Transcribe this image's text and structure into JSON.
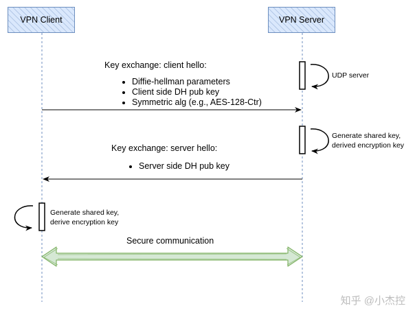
{
  "participants": {
    "client": "VPN Client",
    "server": "VPN Server"
  },
  "client_hello": {
    "title": "Key exchange: client hello:",
    "items": [
      "Diffie-hellman parameters",
      "Client side DH pub key",
      "Symmetric alg (e.g., AES-128-Ctr)"
    ]
  },
  "server_hello": {
    "title": "Key exchange: server hello:",
    "items": [
      "Server side DH pub key"
    ]
  },
  "notes": {
    "udp_server": "UDP server",
    "server_keygen_1": "Generate shared key,",
    "server_keygen_2": "derived encryption key",
    "client_keygen_1": "Generate shared key,",
    "client_keygen_2": "derive encryption key"
  },
  "secure_label": "Secure communication",
  "watermark": "知乎 @小杰控",
  "colors": {
    "lifeline": "#6c8ebf",
    "participant_fill": "#dae8fc",
    "secure_arrow_fill": "#d5e8d4",
    "secure_arrow_stroke": "#82b366"
  }
}
